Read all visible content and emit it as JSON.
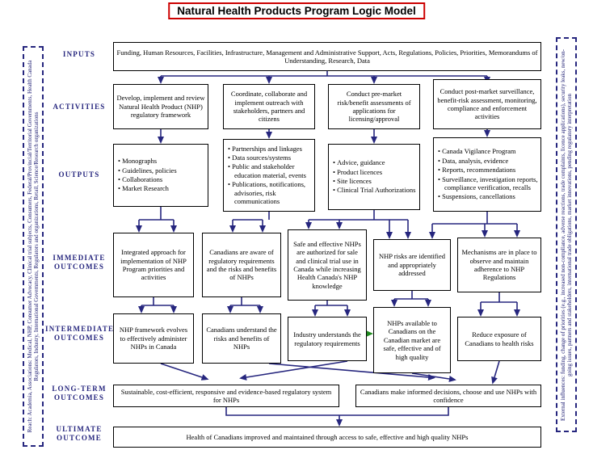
{
  "title": "Natural Health Products Program Logic Model",
  "colors": {
    "title_border": "#cc0000",
    "connector": "#26267e",
    "green_connector": "#1f8a1f",
    "label_text": "#26267e",
    "box_border": "#000000"
  },
  "left_sidebar": {
    "text": "Reach: Academia, Associations: Medical, NHP, Consumer Advocacy, Clinical trial subjects, Consumers, Federal/Provincial/Territorial Governments, Health Canada Regulators, Industry, International Governments, Regulators and organizations, Retail, Science/Research organizations"
  },
  "right_sidebar": {
    "text": "External influences: funding, change of priorities (e.g., increased non-compliance, adverse reactions, trade complaints, licence applications), security leaks, new/on-going issues, partners and stakeholders, international trade obligations, market innovations, pending regulatory interpretation"
  },
  "rows": {
    "inputs": {
      "label": "INPUTS",
      "box": "Funding, Human Resources, Facilities, Infrastructure, Management and Administrative Support, Acts, Regulations, Policies, Priorities, Memorandums of Understanding, Research, Data"
    },
    "activities": {
      "label": "ACTIVITIES",
      "boxes": [
        "Develop, implement and review Natural Health Product (NHP) regulatory framework",
        "Coordinate, collaborate and implement outreach with stakeholders, partners and citizens",
        "Conduct pre-market risk/benefit assessments of applications for licensing/approval",
        "Conduct post-market surveillance, benefit-risk assessment, monitoring, compliance and enforcement activities"
      ]
    },
    "outputs": {
      "label": "OUTPUTS",
      "boxes": [
        {
          "items": [
            "Monographs",
            "Guidelines, policies",
            "Collaborations",
            "Market Research"
          ]
        },
        {
          "items": [
            "Partnerships and linkages",
            "Data sources/systems",
            "Public and stakeholder education material, events",
            "Publications, notifications, advisories, risk communications"
          ]
        },
        {
          "items": [
            "Advice, guidance",
            "Product licences",
            "Site licences",
            "Clinical Trial Authorizations"
          ]
        },
        {
          "items": [
            "Canada Vigilance Program",
            "Data, analysis, evidence",
            "Reports, recommendations",
            "Surveillance, investigation reports, compliance verification, recalls",
            "Suspensions, cancellations"
          ]
        }
      ]
    },
    "immediate": {
      "label": "IMMEDIATE OUTCOMES",
      "boxes": [
        "Integrated approach for implementation of NHP Program priorities and activities",
        "Canadians are aware of regulatory requirements and the risks and benefits of NHPs",
        "Safe and effective NHPs are authorized for sale and clinical trial use in Canada while increasing Health Canada's NHP knowledge",
        "NHP risks are identified and appropriately addressed",
        "Mechanisms are in place to observe and maintain adherence to NHP Regulations"
      ]
    },
    "intermediate": {
      "label": "INTERMEDIATE OUTCOMES",
      "boxes": [
        "NHP framework evolves to effectively administer NHPs in Canada",
        "Canadians understand the risks and benefits of NHPs",
        "Industry understands the regulatory requirements",
        "NHPs available to Canadians on the Canadian market are safe, effective and of high quality",
        "Reduce exposure of Canadians to health risks"
      ]
    },
    "long_term": {
      "label": "LONG-TERM OUTCOMES",
      "boxes": [
        "Sustainable, cost-efficient, responsive and evidence-based regulatory system for NHPs",
        "Canadians make informed decisions, choose and use NHPs with confidence"
      ]
    },
    "ultimate": {
      "label": "ULTIMATE OUTCOME",
      "box": "Health of Canadians improved and maintained through access to safe, effective and high quality NHPs"
    }
  }
}
